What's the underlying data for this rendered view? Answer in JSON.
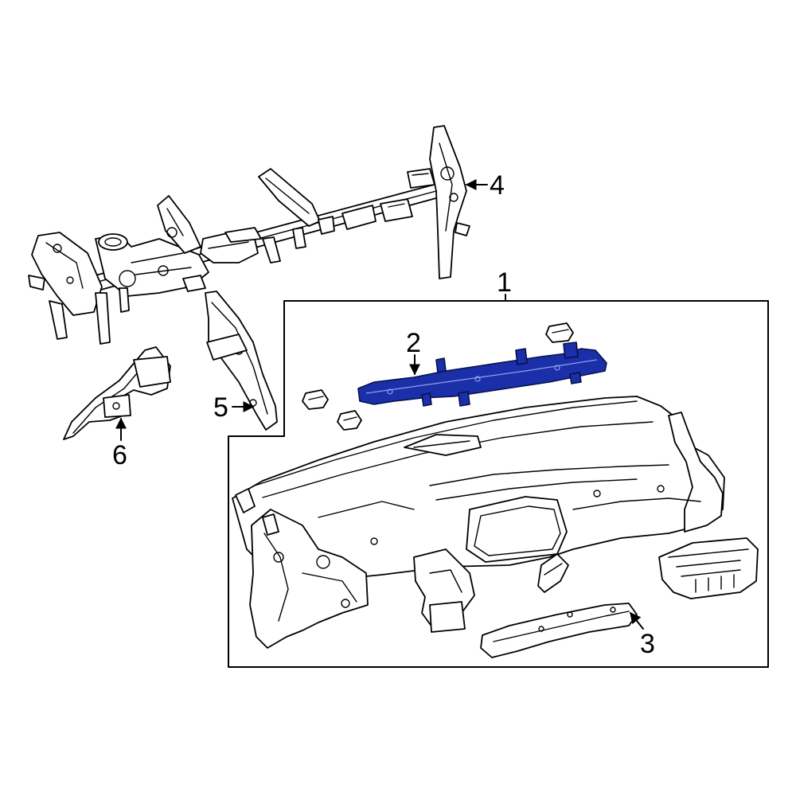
{
  "callouts": {
    "c1": "1",
    "c2": "2",
    "c3": "3",
    "c4": "4",
    "c5": "5",
    "c6": "6"
  },
  "colors": {
    "highlight": "#1a2fa8",
    "line": "#000000",
    "background": "#ffffff"
  }
}
